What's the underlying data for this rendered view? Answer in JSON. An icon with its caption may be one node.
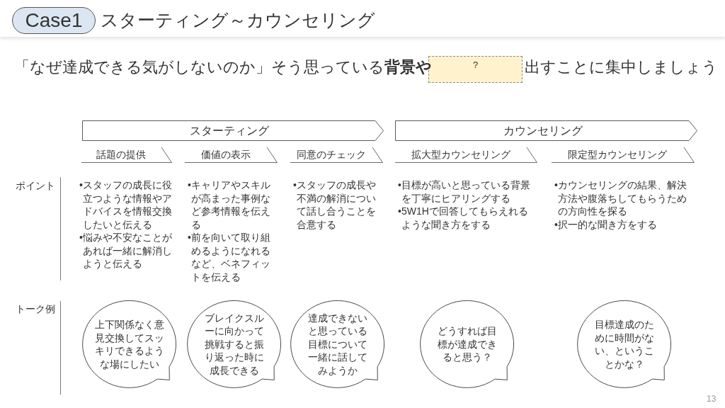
{
  "diagram": {
    "title": "スターティング～カウンセリング",
    "nodes": [
      {
        "text": [
          "Case1"
        ]
      },
      {
        "text": [
          "?"
        ]
      },
      {
        "text": [
          "スターティング"
        ]
      },
      {
        "text": [
          "カウンセリング"
        ]
      },
      {
        "text": [
          "話題の提供"
        ]
      },
      {
        "text": [
          "価値の表示"
        ]
      },
      {
        "text": [
          "同意のチェック"
        ]
      },
      {
        "text": [
          "拡大型カウンセリング"
        ]
      },
      {
        "text": [
          "限定型カウンセリング"
        ]
      },
      {
        "text": [
          "上下関係なく意見交換してスッキリできるような場にしたい"
        ]
      },
      {
        "text": [
          "ブレイクスルーに向かって挑戦すると振り返った時に成長できる"
        ]
      },
      {
        "text": [
          "達成できないと思っている目標について一緒に話してみようか"
        ]
      },
      {
        "text": [
          "どうすれば目標が達成できると思う？"
        ]
      },
      {
        "text": [
          "目標達成のために時間がない、ということかな？"
        ]
      }
    ],
    "labels": [
      "「なぜ達成できる気がしないのか」そう思っている**背景や**",
      "出すことに集中しましょう",
      "ポイント",
      "•スタッフの成長に役立つような情報やアドバイスを情報交換したいと伝える",
      "•悩みや不安なことがあれば一緒に解消しようと伝える",
      "•キャリアやスキルが高まった事例など参考情報を伝える",
      "•前を向いて取り組めるようになれるなど、ベネフィットを伝える",
      "•スタッフの成長や不満の解消について話し合うことを合意する",
      "•目標が高いと思っている背景を丁寧にヒアリングする",
      "•5W1Hで回答してもらえれるような聞き方をする",
      "•カウンセリングの結果、解決方法や腹落ちしてもらうための方向性を探る",
      "•択一的な聞き方をする",
      "トーク例",
      "13"
    ]
  }
}
